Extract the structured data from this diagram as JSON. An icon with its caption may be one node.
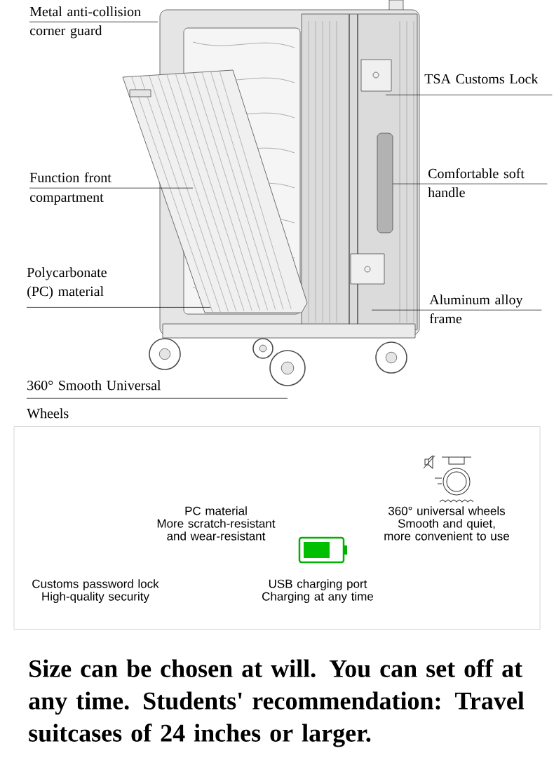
{
  "diagram": {
    "caption": "Size can be chosen at will. You can set off at any time. Students' recommendation: Travel suitcases of 24 inches or larger.",
    "nodes": [
      {
        "text": [
          "Metal anti-collision corner guard"
        ]
      },
      {
        "text": [
          "TSA Customs Lock"
        ]
      },
      {
        "text": [
          "Function front compartment"
        ]
      },
      {
        "text": [
          "Comfortable soft handle"
        ]
      },
      {
        "text": [
          "Polycarbonate (PC) material"
        ]
      },
      {
        "text": [
          "Aluminum alloy frame"
        ]
      },
      {
        "text": [
          "360° Smooth Universal Wheels"
        ]
      },
      {
        "text": [
          "PC material",
          "More scratch-resistant and wear-resistant",
          "360° universal wheels",
          "Smooth and quiet, more convenient to use",
          "Customs password lock",
          "High-quality security",
          "USB charging port",
          "Charging at any time"
        ]
      }
    ],
    "edges": [
      {
        "from": 0,
        "to": null,
        "arrow": "none"
      },
      {
        "from": 1,
        "to": null,
        "arrow": "none"
      },
      {
        "from": 2,
        "to": null,
        "arrow": "none"
      },
      {
        "from": 3,
        "to": null,
        "arrow": "none"
      },
      {
        "from": 4,
        "to": null,
        "arrow": "none"
      },
      {
        "from": 5,
        "to": null,
        "arrow": "none"
      },
      {
        "from": 6,
        "to": null,
        "arrow": "none"
      }
    ]
  }
}
